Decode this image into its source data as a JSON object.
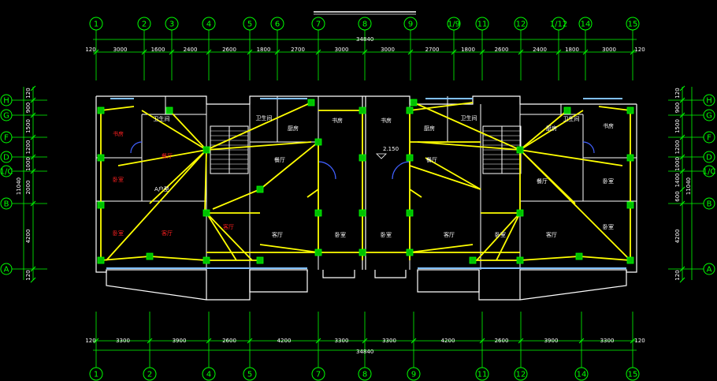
{
  "drawing": {
    "unit_label": "A户型",
    "level_mark": "2.150"
  },
  "axes_top": [
    "1",
    "2",
    "3",
    "4",
    "5",
    "6",
    "7",
    "8",
    "9",
    "1/9",
    "11",
    "12",
    "1/12",
    "14",
    "15"
  ],
  "axes_bottom": [
    "1",
    "2",
    "4",
    "5",
    "7",
    "8",
    "9",
    "11",
    "12",
    "14",
    "15"
  ],
  "axes_side": [
    "H",
    "G",
    "F",
    "D",
    "1/C",
    "B",
    "A"
  ],
  "dims_top": [
    "3000",
    "1600",
    "2400",
    "2600",
    "1800",
    "2700",
    "3000",
    "3000",
    "2700",
    "1800",
    "2600",
    "2400",
    "1800",
    "3000"
  ],
  "dims_bottom": [
    "3300",
    "3900",
    "2600",
    "4200",
    "3300",
    "3300",
    "4200",
    "2600",
    "3900",
    "3300"
  ],
  "dim_total": "34840",
  "dim_edge": "120",
  "dims_left": [
    "120",
    "900",
    "1500",
    "1200",
    "1000",
    "2000",
    "4200",
    "120"
  ],
  "dims_right": [
    "120",
    "900",
    "1500",
    "1200",
    "1000",
    "1400",
    "600",
    "4200",
    "120"
  ],
  "dim_side_total": "11040",
  "rooms": {
    "bedroom": "卧室",
    "living": "客厅",
    "dining": "餐厅",
    "kitchen": "厨房",
    "bath": "卫生间",
    "study": "书房"
  },
  "colors": {
    "background": "#000000",
    "axis": "#00ff00",
    "wire": "#ffff00",
    "wall": "#ffffff",
    "room_text": "#ff2020",
    "dim_text": "#ffffff",
    "stair": "#ffffff"
  }
}
